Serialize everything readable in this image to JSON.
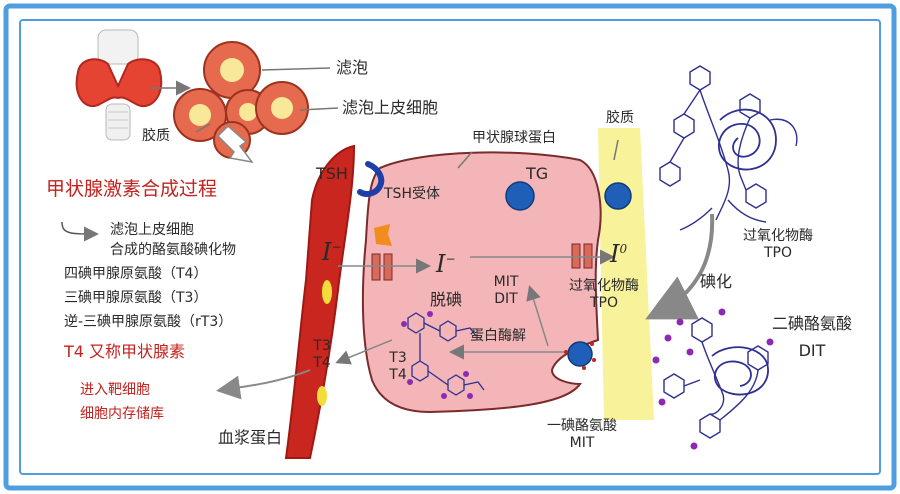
{
  "labels": {
    "follicle": "滤泡",
    "follicular_epithelial_cell": "滤泡上皮细胞",
    "colloid_left": "胶质",
    "colloid_right": "胶质",
    "thyroglobulin": "甲状腺球蛋白",
    "tg": "TG",
    "tsh": "TSH",
    "tsh_receptor": "TSH受体",
    "iodide_left": "I",
    "iodide_left_sup": "−",
    "iodide_mid": "I",
    "iodide_mid_sup": "−",
    "iodine_zero": "I",
    "iodine_zero_sup": "0",
    "deiodination": "脱碘",
    "mit_dit_line1": "MIT",
    "mit_dit_line2": "DIT",
    "peroxidase_cell_line1": "过氧化物酶",
    "peroxidase_cell_line2": "TPO",
    "peroxidase_top_line1": "过氧化物酶",
    "peroxidase_top_line2": "TPO",
    "iodination": "碘化",
    "diiodotyrosine_line1": "二碘酪氨酸",
    "diiodotyrosine_line2": "DIT",
    "protease": "蛋白酶解",
    "monoiodotyrosine_line1": "一碘酪氨酸",
    "monoiodotyrosine_line2": "MIT",
    "t3_cell": "T3",
    "t4_cell": "T4",
    "t3_vessel": "T3",
    "t4_vessel": "T4",
    "plasma_protein": "血浆蛋白"
  },
  "summary": {
    "title": "甲状腺激素合成过程",
    "line1": "滤泡上皮细胞",
    "line2": "合成的酪氨酸碘化物",
    "line3": "四碘甲腺原氨酸（T4）",
    "line4": "三碘甲腺原氨酸（T3）",
    "line5": "逆-三碘甲腺原氨酸（rT3）",
    "highlight": "T4 又称甲状腺素",
    "target1": "进入靶细胞",
    "target2": "细胞内存储库"
  },
  "colors": {
    "frame": "#4f9fe0",
    "cell_fill": "#f3b5b8",
    "cell_stroke": "#7a2b2b",
    "colloid": "#f8f29a",
    "vessel": "#c9261f",
    "vessel_dark": "#9e1914",
    "blue_blob": "#1f5fb8",
    "tsh": "#1f3fa8",
    "text_red": "#c4231f",
    "molecule": "#2e3190",
    "iodine_dot": "#8b2bb4"
  }
}
